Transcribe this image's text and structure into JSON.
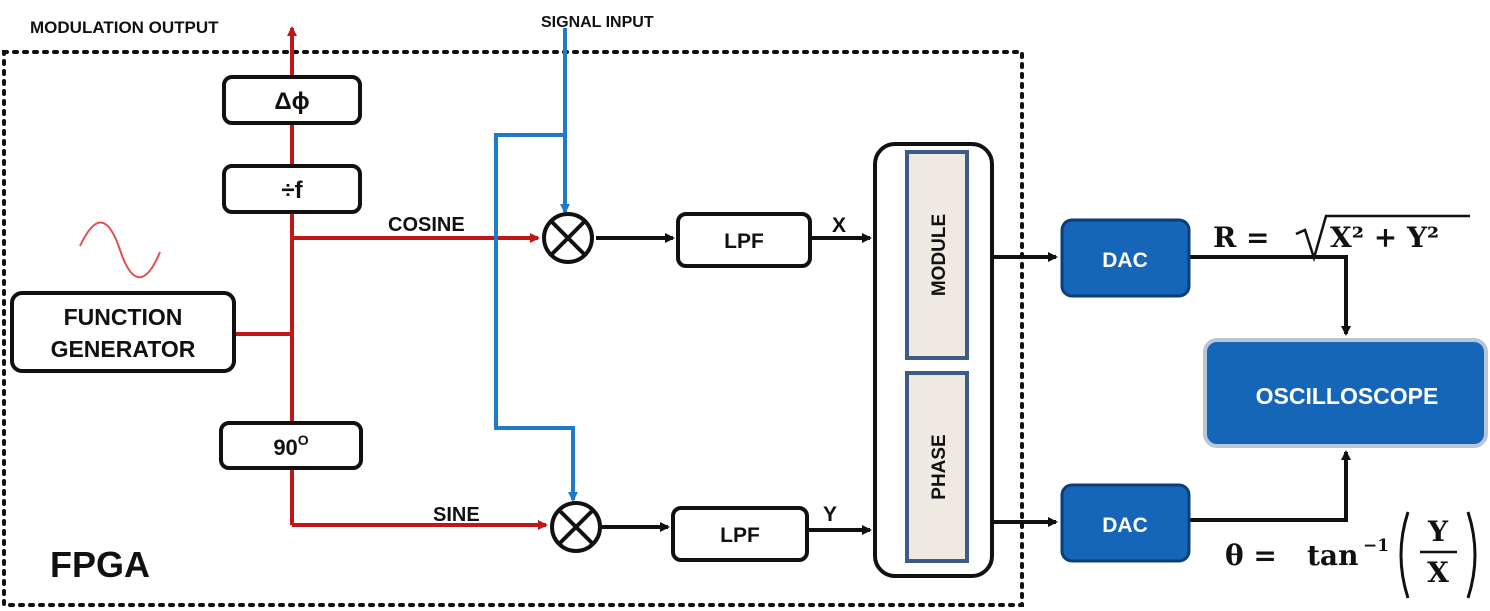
{
  "labels": {
    "modulation_output": "MODULATION OUTPUT",
    "signal_input": "SIGNAL INPUT",
    "cosine": "COSINE",
    "sine": "SINE",
    "fpga": "FPGA",
    "x": "X",
    "y": "Y"
  },
  "blocks": {
    "delta_phi": "Δϕ",
    "divide_f": "÷f",
    "function_generator_line1": "FUNCTION",
    "function_generator_line2": "GENERATOR",
    "phase_shift": "90",
    "phase_shift_sup": "O",
    "lpf_top": "LPF",
    "lpf_bottom": "LPF",
    "module": "MODULE",
    "phase": "PHASE",
    "dac_top": "DAC",
    "dac_bottom": "DAC",
    "oscilloscope": "OSCILLOSCOPE"
  },
  "formulas": {
    "r_lhs": "R =",
    "r_rhs": "X² + Y²",
    "theta_lhs": "θ =",
    "theta_fn": "tan",
    "theta_exp": "−1",
    "theta_num": "Y",
    "theta_den": "X"
  },
  "colors": {
    "reference_path": "#c01818",
    "signal_path": "#1f7ac8",
    "dac_fill": "#1565b8",
    "inner_box_fill": "#eeeae2",
    "inner_box_stroke": "#3e5a86",
    "wire": "#111111"
  }
}
